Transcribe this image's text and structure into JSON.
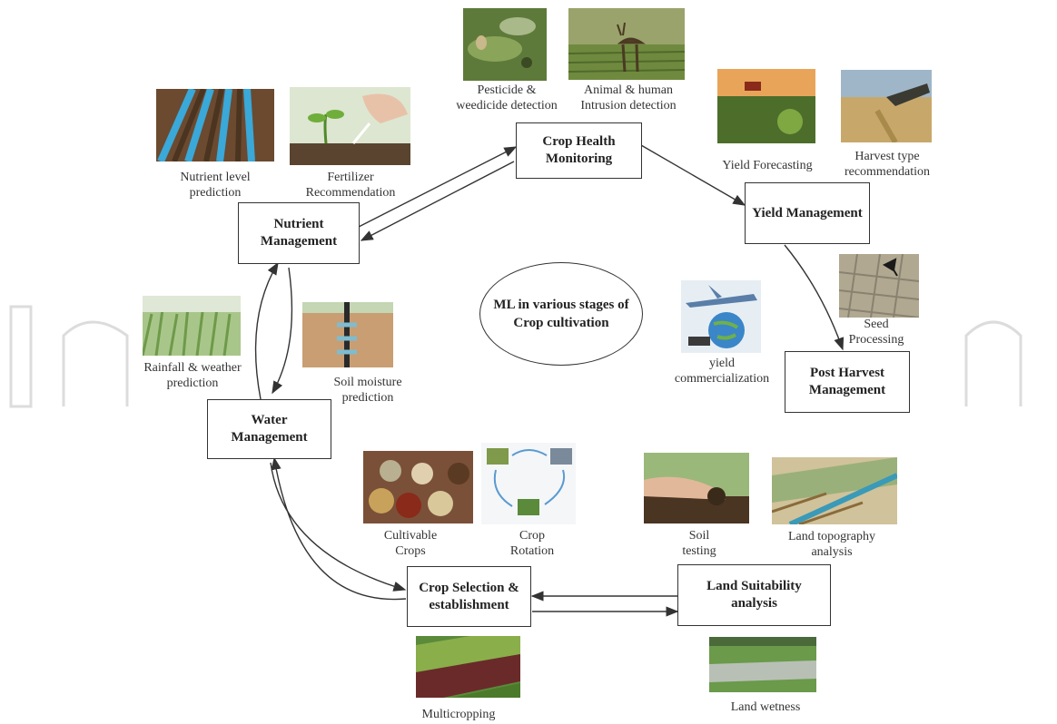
{
  "title": "ML in various stages of\nCrop cultivation",
  "stages": {
    "crop_health": "Crop Health\nMonitoring",
    "yield": "Yield Management",
    "post_harvest": "Post Harvest\nManagement",
    "land_suitability": "Land Suitability\nanalysis",
    "crop_selection": "Crop Selection &\nestablishment",
    "water": "Water\nManagement",
    "nutrient": "Nutrient\nManagement"
  },
  "captions": {
    "pesticide": "Pesticide &\nweedicide detection",
    "intrusion": "Animal & human\nIntrusion detection",
    "yield_forecasting": "Yield Forecasting",
    "harvest_type": "Harvest type\nrecommendation",
    "seed_processing": "Seed\nProcessing",
    "commercialization": "yield\ncommercialization",
    "soil_testing": "Soil\ntesting",
    "land_topography": "Land topography\nanalysis",
    "land_wetness": "Land wetness",
    "cultivable_crops": "Cultivable\nCrops",
    "crop_rotation": "Crop\nRotation",
    "multicropping": "Multicropping",
    "rainfall": "Rainfall & weather\nprediction",
    "soil_moisture": "Soil moisture\nprediction",
    "nutrient_level": "Nutrient level\nprediction",
    "fertilizer": "Fertilizer\nRecommendation"
  },
  "colors": {
    "line": "#333333",
    "watermark": "#d8d8d8"
  }
}
